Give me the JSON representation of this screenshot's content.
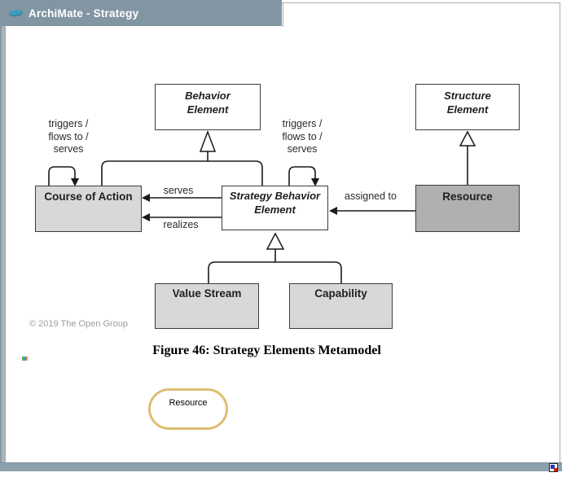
{
  "window": {
    "title": "ArchiMate - Strategy",
    "titlebar_color": "#8295a3",
    "frame_color": "#a3aeb8",
    "icon": "teal-oval"
  },
  "figure": {
    "boxes": {
      "behavior_element": {
        "label": "Behavior\nElement",
        "fill": "#ffffff"
      },
      "structure_element": {
        "label": "Structure\nElement",
        "fill": "#ffffff"
      },
      "course_of_action": {
        "label": "Course of Action",
        "fill": "#d8d8d8"
      },
      "strategy_behavior_element": {
        "label": "Strategy Behavior\nElement",
        "fill": "#ffffff"
      },
      "resource": {
        "label": "Resource",
        "fill": "#b0b0b0"
      },
      "value_stream": {
        "label": "Value Stream",
        "fill": "#d8d8d8"
      },
      "capability": {
        "label": "Capability",
        "fill": "#d8d8d8"
      }
    },
    "edge_labels": {
      "triggers_left": "triggers /\nflows to /\nserves",
      "triggers_right": "triggers /\nflows to /\nserves",
      "serves": "serves",
      "realizes": "realizes",
      "assigned_to": "assigned to"
    },
    "copyright": "© 2019 The Open Group",
    "caption": "Figure 46: Strategy Elements Metamodel",
    "line_color": "#1a1a1a"
  },
  "canvas": {
    "resource_label": "Resource",
    "element_border_color": "#ddbe72"
  }
}
